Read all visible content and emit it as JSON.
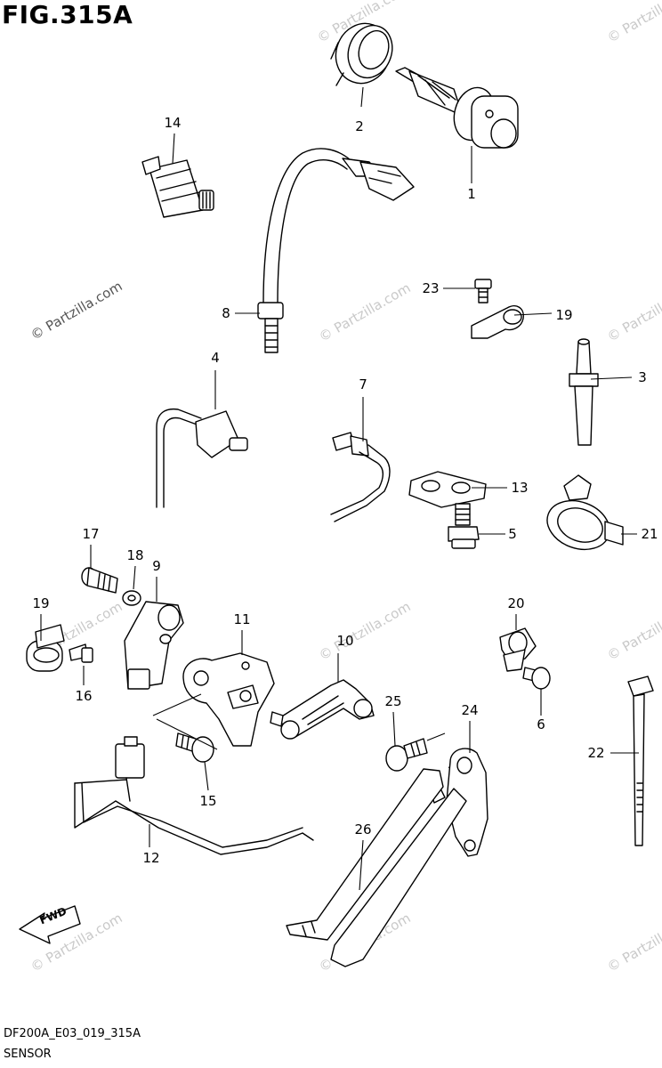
{
  "figure": {
    "title": "FIG.315A",
    "code": "DF200A_E03_019_315A",
    "name": "SENSOR"
  },
  "watermark": "© Partzilla.com",
  "direction_label": "FWD",
  "callouts": {
    "c1": "1",
    "c2": "2",
    "c3": "3",
    "c4": "4",
    "c5": "5",
    "c6": "6",
    "c7": "7",
    "c8": "8",
    "c9": "9",
    "c10": "10",
    "c11": "11",
    "c12": "12",
    "c13": "13",
    "c14": "14",
    "c15": "15",
    "c16": "16",
    "c17": "17",
    "c18": "18",
    "c19a": "19",
    "c19b": "19",
    "c20": "20",
    "c21": "21",
    "c22": "22",
    "c23": "23",
    "c24": "24",
    "c25": "25",
    "c26": "26"
  }
}
